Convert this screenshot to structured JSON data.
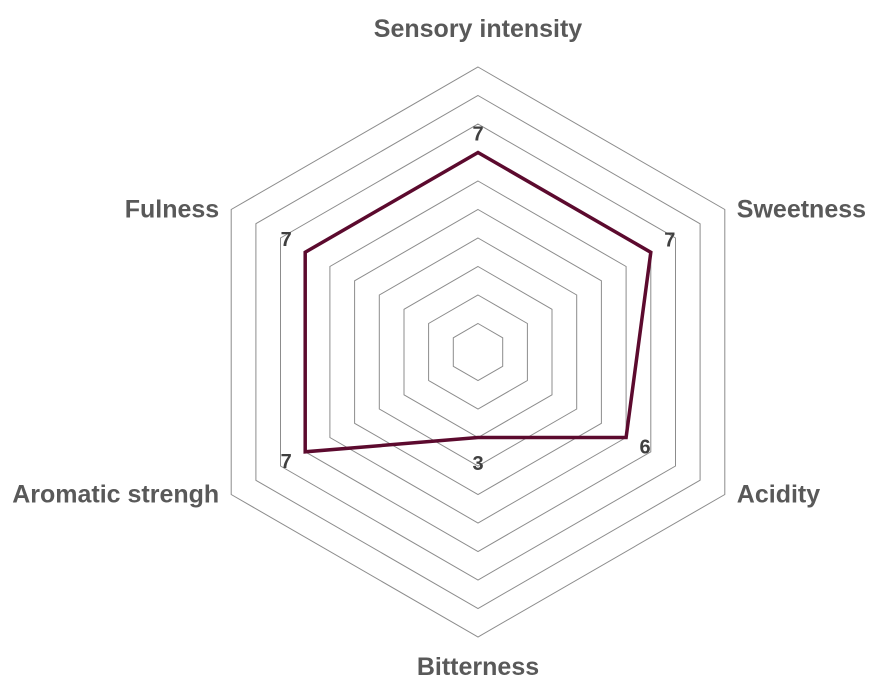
{
  "chart_data": {
    "type": "radar",
    "title": "",
    "categories": [
      "Sensory intensity",
      "Sweetness",
      "Acidity",
      "Bitterness",
      "Aromatic strengh",
      "Fulness"
    ],
    "series": [
      {
        "values": [
          7,
          7,
          6,
          3,
          7,
          7
        ]
      }
    ],
    "rlim": [
      0,
      10
    ],
    "grid": true,
    "gridline_count": 10,
    "data_labels": true,
    "legend": "none",
    "colors": {
      "series": "#5c0a2e",
      "grid": "#8c8c8c",
      "axis_label": "#595959",
      "data_label": "#404040"
    }
  }
}
